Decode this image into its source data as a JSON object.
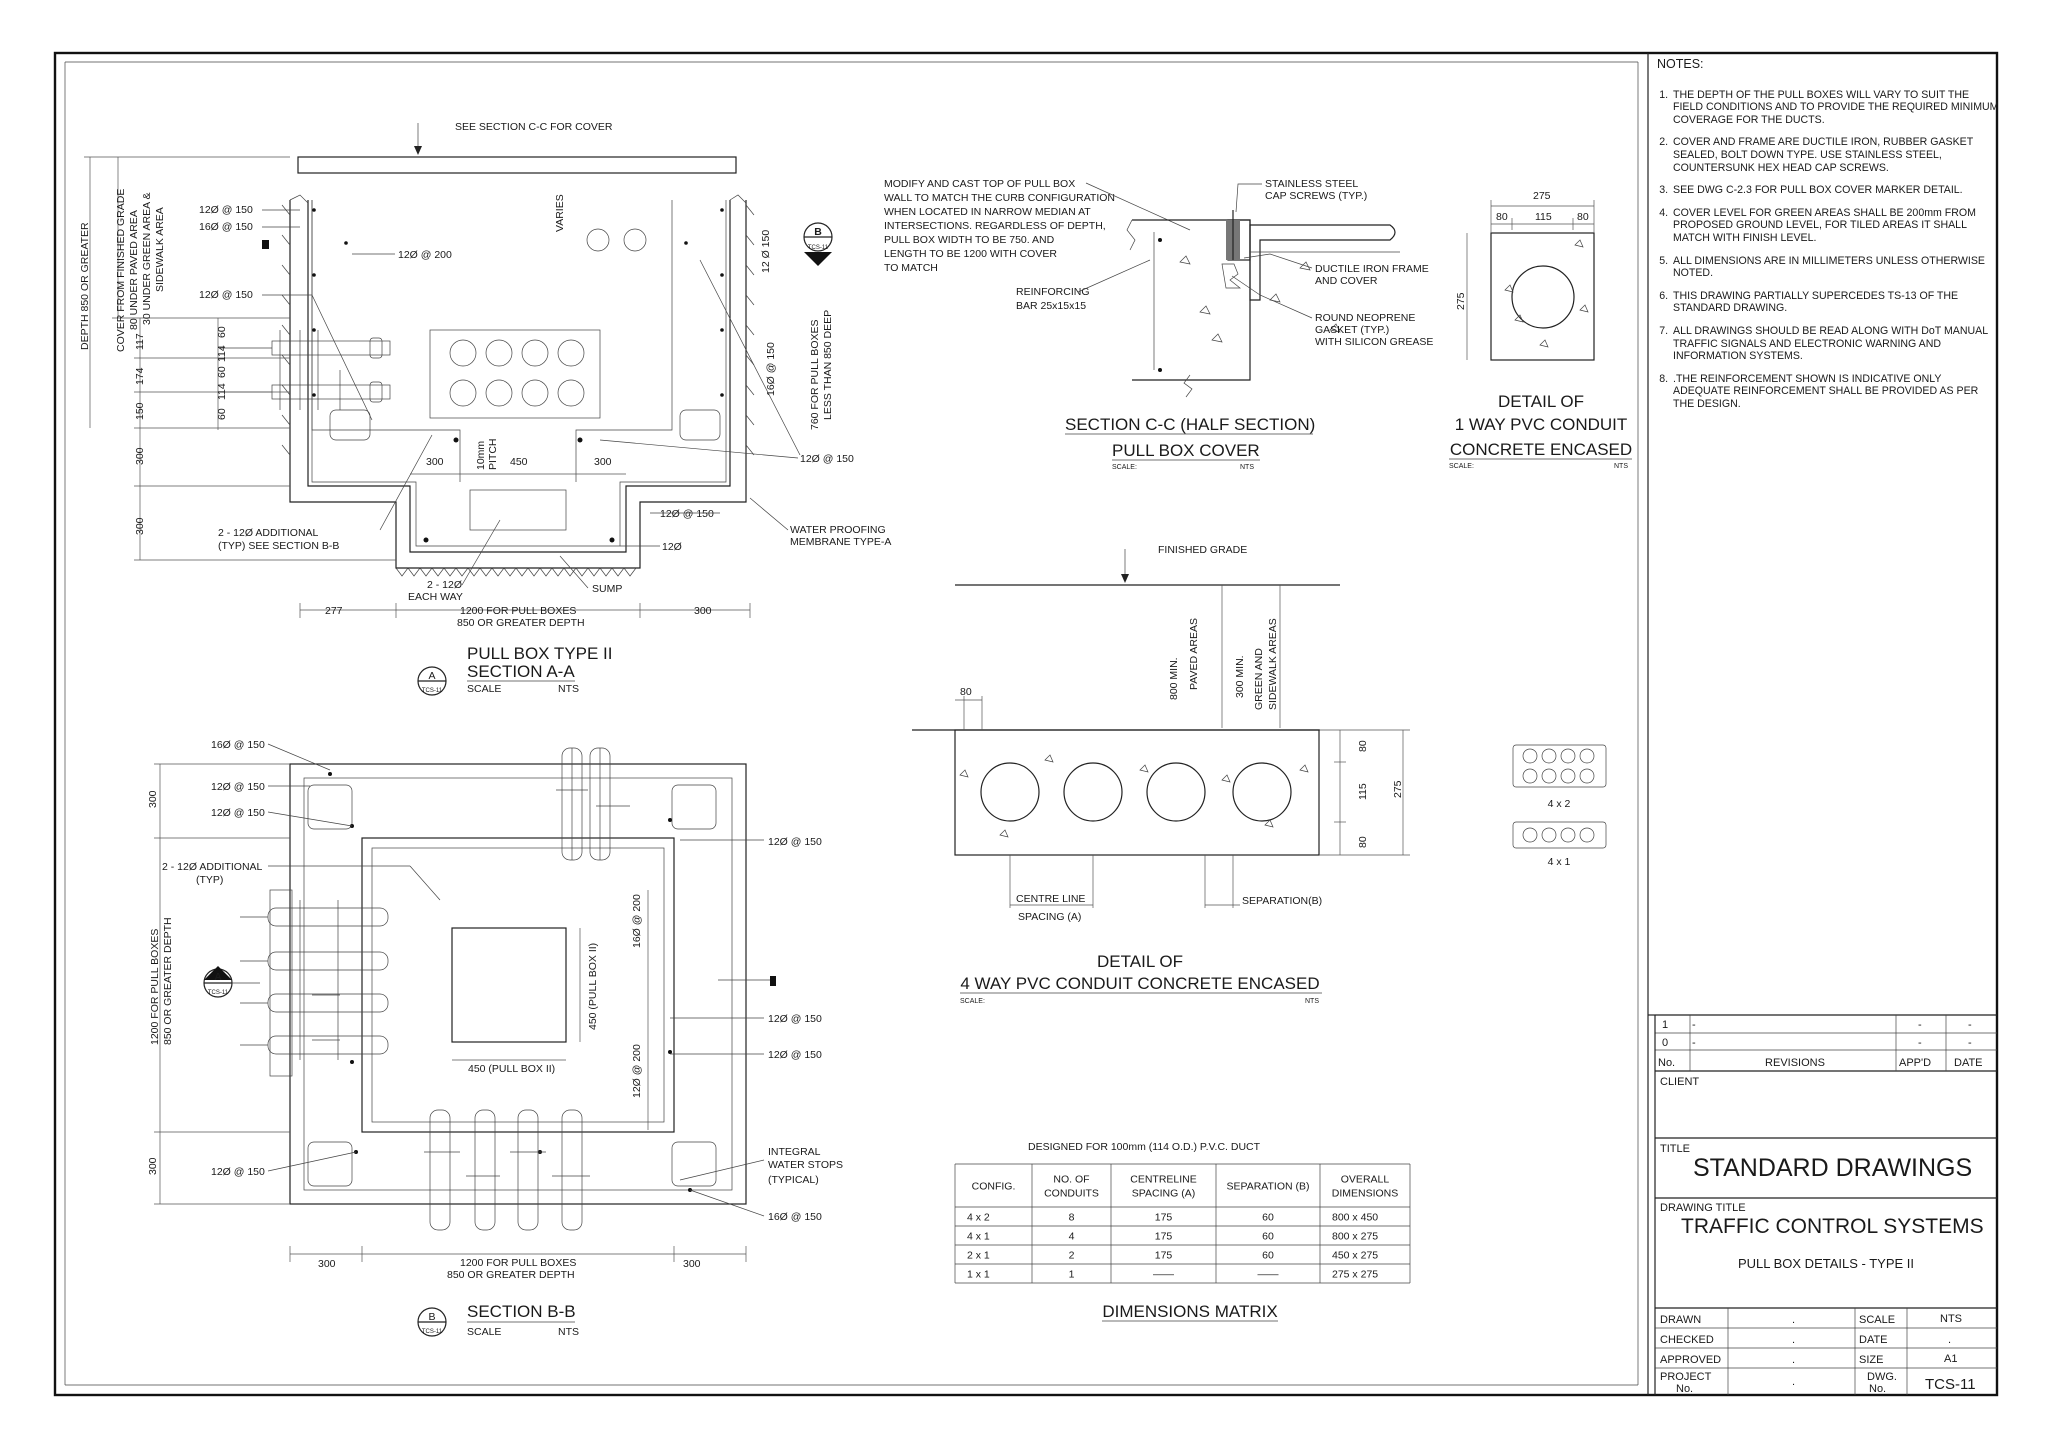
{
  "notes": {
    "heading": "NOTES:",
    "items": [
      "THE DEPTH OF THE PULL BOXES WILL VARY TO SUIT THE FIELD CONDITIONS AND TO PROVIDE THE REQUIRED MINIMUM COVERAGE FOR THE DUCTS.",
      "COVER AND FRAME ARE DUCTILE IRON, RUBBER GASKET SEALED, BOLT DOWN TYPE. USE STAINLESS STEEL, COUNTERSUNK HEX HEAD CAP SCREWS.",
      "SEE DWG C-2.3 FOR PULL BOX COVER MARKER DETAIL.",
      "COVER LEVEL FOR GREEN AREAS SHALL BE 200mm FROM PROPOSED GROUND LEVEL, FOR TILED AREAS IT SHALL MATCH WITH FINISH LEVEL.",
      "ALL DIMENSIONS ARE IN MILLIMETERS UNLESS OTHERWISE NOTED.",
      "THIS DRAWING PARTIALLY SUPERCEDES TS-13 OF THE STANDARD DRAWING.",
      "ALL DRAWINGS SHOULD BE READ ALONG WITH DoT MANUAL TRAFFIC SIGNALS AND ELECTRONIC WARNING AND INFORMATION SYSTEMS.",
      ".THE REINFORCEMENT SHOWN IS INDICATIVE ONLY ADEQUATE REINFORCEMENT SHALL BE PROVIDED AS PER THE DESIGN."
    ]
  },
  "revisions": {
    "rows": [
      {
        "no": "1",
        "desc": "-",
        "appd": "-",
        "date": "-"
      },
      {
        "no": "0",
        "desc": "-",
        "appd": "-",
        "date": "-"
      }
    ],
    "header": {
      "no": "No.",
      "desc": "REVISIONS",
      "appd": "APP'D",
      "date": "DATE"
    }
  },
  "title_block": {
    "client_label": "CLIENT",
    "title_label": "TITLE",
    "title": "STANDARD DRAWINGS",
    "drawing_title_label": "DRAWING TITLE",
    "drawing_title": "TRAFFIC CONTROL SYSTEMS",
    "drawing_subtitle": "PULL BOX DETAILS - TYPE II",
    "drawn_label": "DRAWN",
    "drawn": ".",
    "checked_label": "CHECKED",
    "checked": ".",
    "approved_label": "APPROVED",
    "approved": ".",
    "project_label_1": "PROJECT",
    "project_label_2": "No.",
    "project": ".",
    "scale_label": "SCALE",
    "scale": "NTS",
    "date_label": "DATE",
    "date": ".",
    "size_label": "SIZE",
    "size": "A1",
    "dwg_label_1": "DWG.",
    "dwg_label_2": "No.",
    "dwg": "TCS-11"
  },
  "section_aa": {
    "title_1": "PULL BOX TYPE II",
    "title_2": "SECTION A-A",
    "marker": "A",
    "marker_ref": "TCS-11",
    "scale_label": "SCALE",
    "scale": "NTS",
    "see_cover": "SEE SECTION C-C FOR COVER",
    "depth_label": "DEPTH 850 OR GREATER",
    "cover_label_1": "COVER FROM FINISHED GRADE",
    "cover_label_2": "80 UNDER PAVED AREA",
    "cover_label_3": "30 UNDER GREEN AREA &",
    "cover_label_4": "SIDEWALK AREA",
    "rebar_1": "12Ø @ 150",
    "rebar_2": "16Ø @ 150",
    "rebar_3": "12Ø @ 200",
    "rebar_4": "12Ø @ 150",
    "rebar_5": "12Ø @ 150",
    "rebar_6": "12Ø @ 150",
    "rebar_7": "12Ø",
    "rebar_side_1": "12 Ø 150",
    "rebar_side_2": "16Ø @ 150",
    "varies": "VARIES",
    "b_marker": "B",
    "b_ref": "TCS-11",
    "side_note_1": "760 FOR PULL BOXES",
    "side_note_2": "LESS THAN 850 DEEP",
    "dim_v_117": "117",
    "dim_v_174": "174",
    "dim_v_150": "150",
    "dim_v_300a": "300",
    "dim_v_300b": "300",
    "dim_v_60a": "60",
    "dim_v_114a": "114",
    "dim_v_60b": "60",
    "dim_v_114b": "114",
    "dim_v_60c": "60",
    "dim_300a": "300",
    "dim_450": "450",
    "dim_300b": "300",
    "pitch_1": "10mm",
    "pitch_2": "PITCH",
    "additional_1": "2 - 12Ø ADDITIONAL",
    "additional_2": "(TYP) SEE SECTION B-B",
    "each_way_1": "2 - 12Ø",
    "each_way_2": "EACH WAY",
    "sump": "SUMP",
    "waterproof_1": "WATER PROOFING",
    "waterproof_2": "MEMBRANE TYPE-A",
    "dim_277": "277",
    "dim_1200_1": "1200 FOR PULL BOXES",
    "dim_1200_2": "850 OR GREATER DEPTH",
    "dim_300c": "300"
  },
  "section_bb": {
    "title": "SECTION B-B",
    "marker": "B",
    "marker_ref": "TCS-11",
    "scale_label": "SCALE",
    "scale": "NTS",
    "rebar_1": "16Ø @ 150",
    "rebar_2": "12Ø @ 150",
    "rebar_3": "12Ø @ 150",
    "rebar_4": "12Ø @ 150",
    "rebar_5": "12Ø @ 150",
    "rebar_6": "12Ø @ 150",
    "rebar_7": "12Ø @ 150",
    "rebar_8": "16Ø @ 150",
    "rebar_9a": "16Ø @ 200",
    "rebar_9b": "12Ø @ 200",
    "additional_1": "2 - 12Ø ADDITIONAL",
    "additional_2": "(TYP)",
    "side_dim_1": "1200 FOR PULL BOXES",
    "side_dim_2": "850 OR GREATER DEPTH",
    "dim_v_300a": "300",
    "dim_v_300b": "300",
    "a_marker": "A",
    "a_ref": "TCS-11",
    "inner_w": "450 (PULL BOX II)",
    "inner_h": "450 (PULL BOX II)",
    "waterstop_1": "INTEGRAL",
    "waterstop_2": "WATER STOPS",
    "waterstop_3": "(TYPICAL)",
    "dim_300a": "300",
    "dim_1200_1": "1200 FOR PULL BOXES",
    "dim_1200_2": "850 OR GREATER DEPTH",
    "dim_300b": "300"
  },
  "section_cc": {
    "title": "SECTION C-C (HALF SECTION)",
    "subtitle": "PULL BOX COVER",
    "scale_label": "SCALE:",
    "scale": "NTS",
    "note_1": "MODIFY AND CAST TOP OF PULL BOX",
    "note_2": "WALL TO MATCH THE CURB CONFIGURATION",
    "note_3": "WHEN LOCATED IN NARROW MEDIAN AT",
    "note_4": "INTERSECTIONS. REGARDLESS OF DEPTH,",
    "note_5": "PULL BOX WIDTH TO BE 750. AND",
    "note_6": "LENGTH TO BE 1200 WITH COVER",
    "note_7": "TO MATCH",
    "reinf_1": "REINFORCING",
    "reinf_2": "BAR 25x15x15",
    "ss_1": "STAINLESS STEEL",
    "ss_2": "CAP SCREWS (TYP.)",
    "di_1": "DUCTILE IRON FRAME",
    "di_2": "AND COVER",
    "gasket_1": "ROUND NEOPRENE",
    "gasket_2": "GASKET (TYP.)",
    "gasket_3": "WITH SILICON GREASE"
  },
  "detail_1way": {
    "title_1": "DETAIL OF",
    "title_2": "1 WAY PVC CONDUIT",
    "title_3": "CONCRETE ENCASED",
    "scale_label": "SCALE:",
    "scale": "NTS",
    "dim_275": "275",
    "dim_80a": "80",
    "dim_115": "115",
    "dim_80b": "80",
    "dim_v_275": "275"
  },
  "detail_4way": {
    "title_1": "DETAIL OF",
    "title_2": "4 WAY PVC CONDUIT CONCRETE ENCASED",
    "scale_label": "SCALE:",
    "scale": "NTS",
    "finished_grade": "FINISHED GRADE",
    "paved_1": "800 MIN.",
    "paved_2": "PAVED AREAS",
    "green_1": "300 MIN.",
    "green_2": "GREEN AND",
    "green_3": "SIDEWALK AREAS",
    "dim_80": "80",
    "dim_v_80a": "80",
    "dim_v_115": "115",
    "dim_v_80b": "80",
    "dim_v_275": "275",
    "centre_line": "CENTRE LINE",
    "spacing": "SPACING (A)",
    "separation": "SEPARATION(B)",
    "config_4x2": "4 x 2",
    "config_4x1": "4 x 1"
  },
  "matrix": {
    "note": "DESIGNED FOR 100mm (114 O.D.) P.V.C. DUCT",
    "title": "DIMENSIONS MATRIX",
    "headers": [
      [
        "CONFIG."
      ],
      [
        "NO. OF",
        "CONDUITS"
      ],
      [
        "CENTRELINE",
        "SPACING (A)"
      ],
      [
        "SEPARATION (B)"
      ],
      [
        "OVERALL",
        "DIMENSIONS"
      ]
    ],
    "rows": [
      [
        "4 x 2",
        "8",
        "175",
        "60",
        "800 x 450"
      ],
      [
        "4 x 1",
        "4",
        "175",
        "60",
        "800 x 275"
      ],
      [
        "2 x 1",
        "2",
        "175",
        "60",
        "450 x 275"
      ],
      [
        "1 x 1",
        "1",
        "——",
        "——",
        "275 x 275"
      ]
    ]
  }
}
